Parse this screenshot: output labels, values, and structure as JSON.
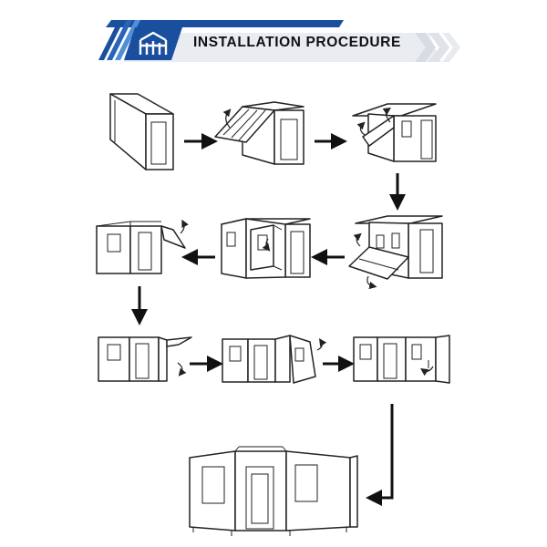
{
  "header": {
    "title": "INSTALLATION PROCEDURE",
    "logo_icon": "house-frame-logo-icon",
    "colors": {
      "stripe_dark": "#1a4fa0",
      "stripe_light": "#4f8fd8",
      "band": "#e9edf2",
      "chevron": "#d7dce3"
    }
  },
  "diagram": {
    "steps": [
      {
        "step": 1,
        "state": "closed-container"
      },
      {
        "step": 2,
        "state": "roof-panel-opening"
      },
      {
        "step": 3,
        "state": "roof-panel-lifted"
      },
      {
        "step": 4,
        "state": "floor-panel-lowering"
      },
      {
        "step": 5,
        "state": "side-wings-unfolding"
      },
      {
        "step": 6,
        "state": "left-wing-open-end-wall-folding"
      },
      {
        "step": 7,
        "state": "left-wing-completed"
      },
      {
        "step": 8,
        "state": "right-wing-unfolding"
      },
      {
        "step": 9,
        "state": "right-wing-near-complete"
      },
      {
        "step": 10,
        "state": "fully-expanded-house"
      }
    ],
    "arrow_color": "#111111",
    "line_color": "#222222"
  }
}
